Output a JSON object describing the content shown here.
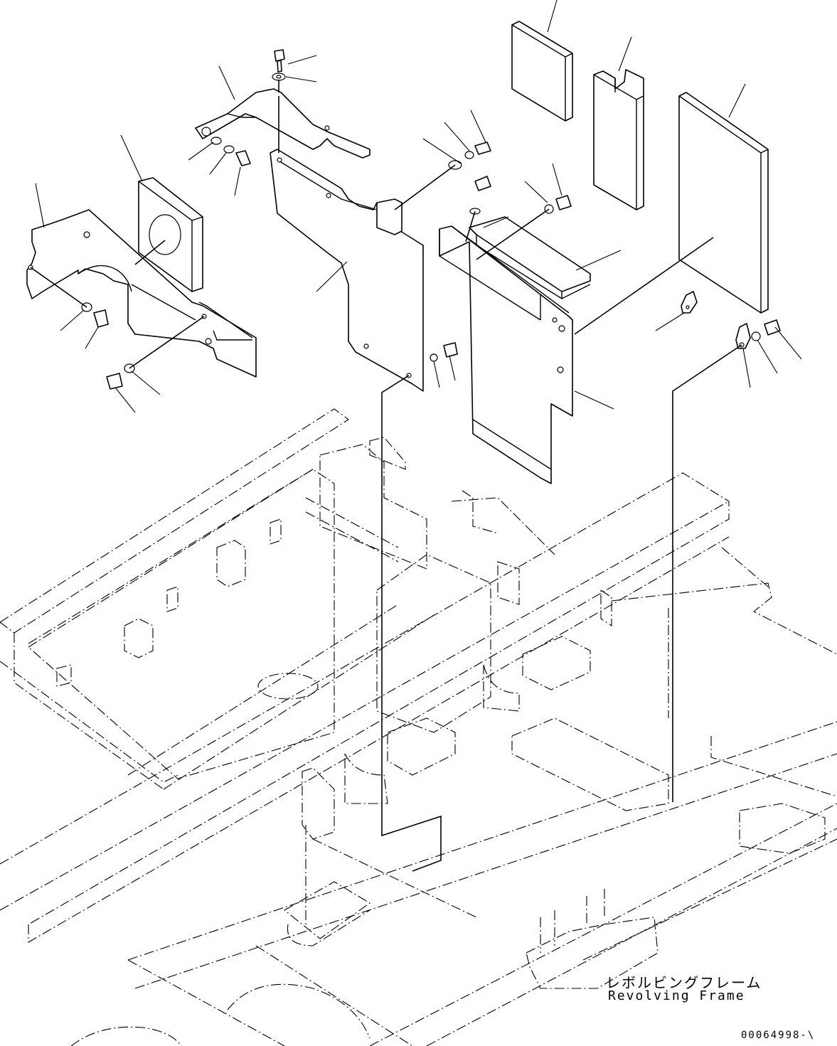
{
  "diagram": {
    "frame_label_jp": "レボルビングフレーム",
    "frame_label_en": "Revolving Frame",
    "drawing_number": "00064998-\\"
  },
  "colors": {
    "line": "#000000",
    "background": "#ffffff"
  }
}
